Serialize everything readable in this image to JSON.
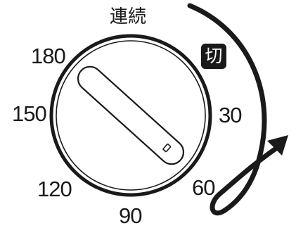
{
  "dial": {
    "top_label": "連続",
    "off_label": "切",
    "markings": {
      "m180": "180",
      "m150": "150",
      "m120": "120",
      "m90": "90",
      "m60": "60",
      "m30": "30"
    }
  },
  "icons": {
    "knob": "timer-knob-icon",
    "arrow": "clockwise-arrow-icon"
  },
  "colors": {
    "ink": "#1a1a1a",
    "background": "#ffffff",
    "badge_text": "#ffffff"
  }
}
